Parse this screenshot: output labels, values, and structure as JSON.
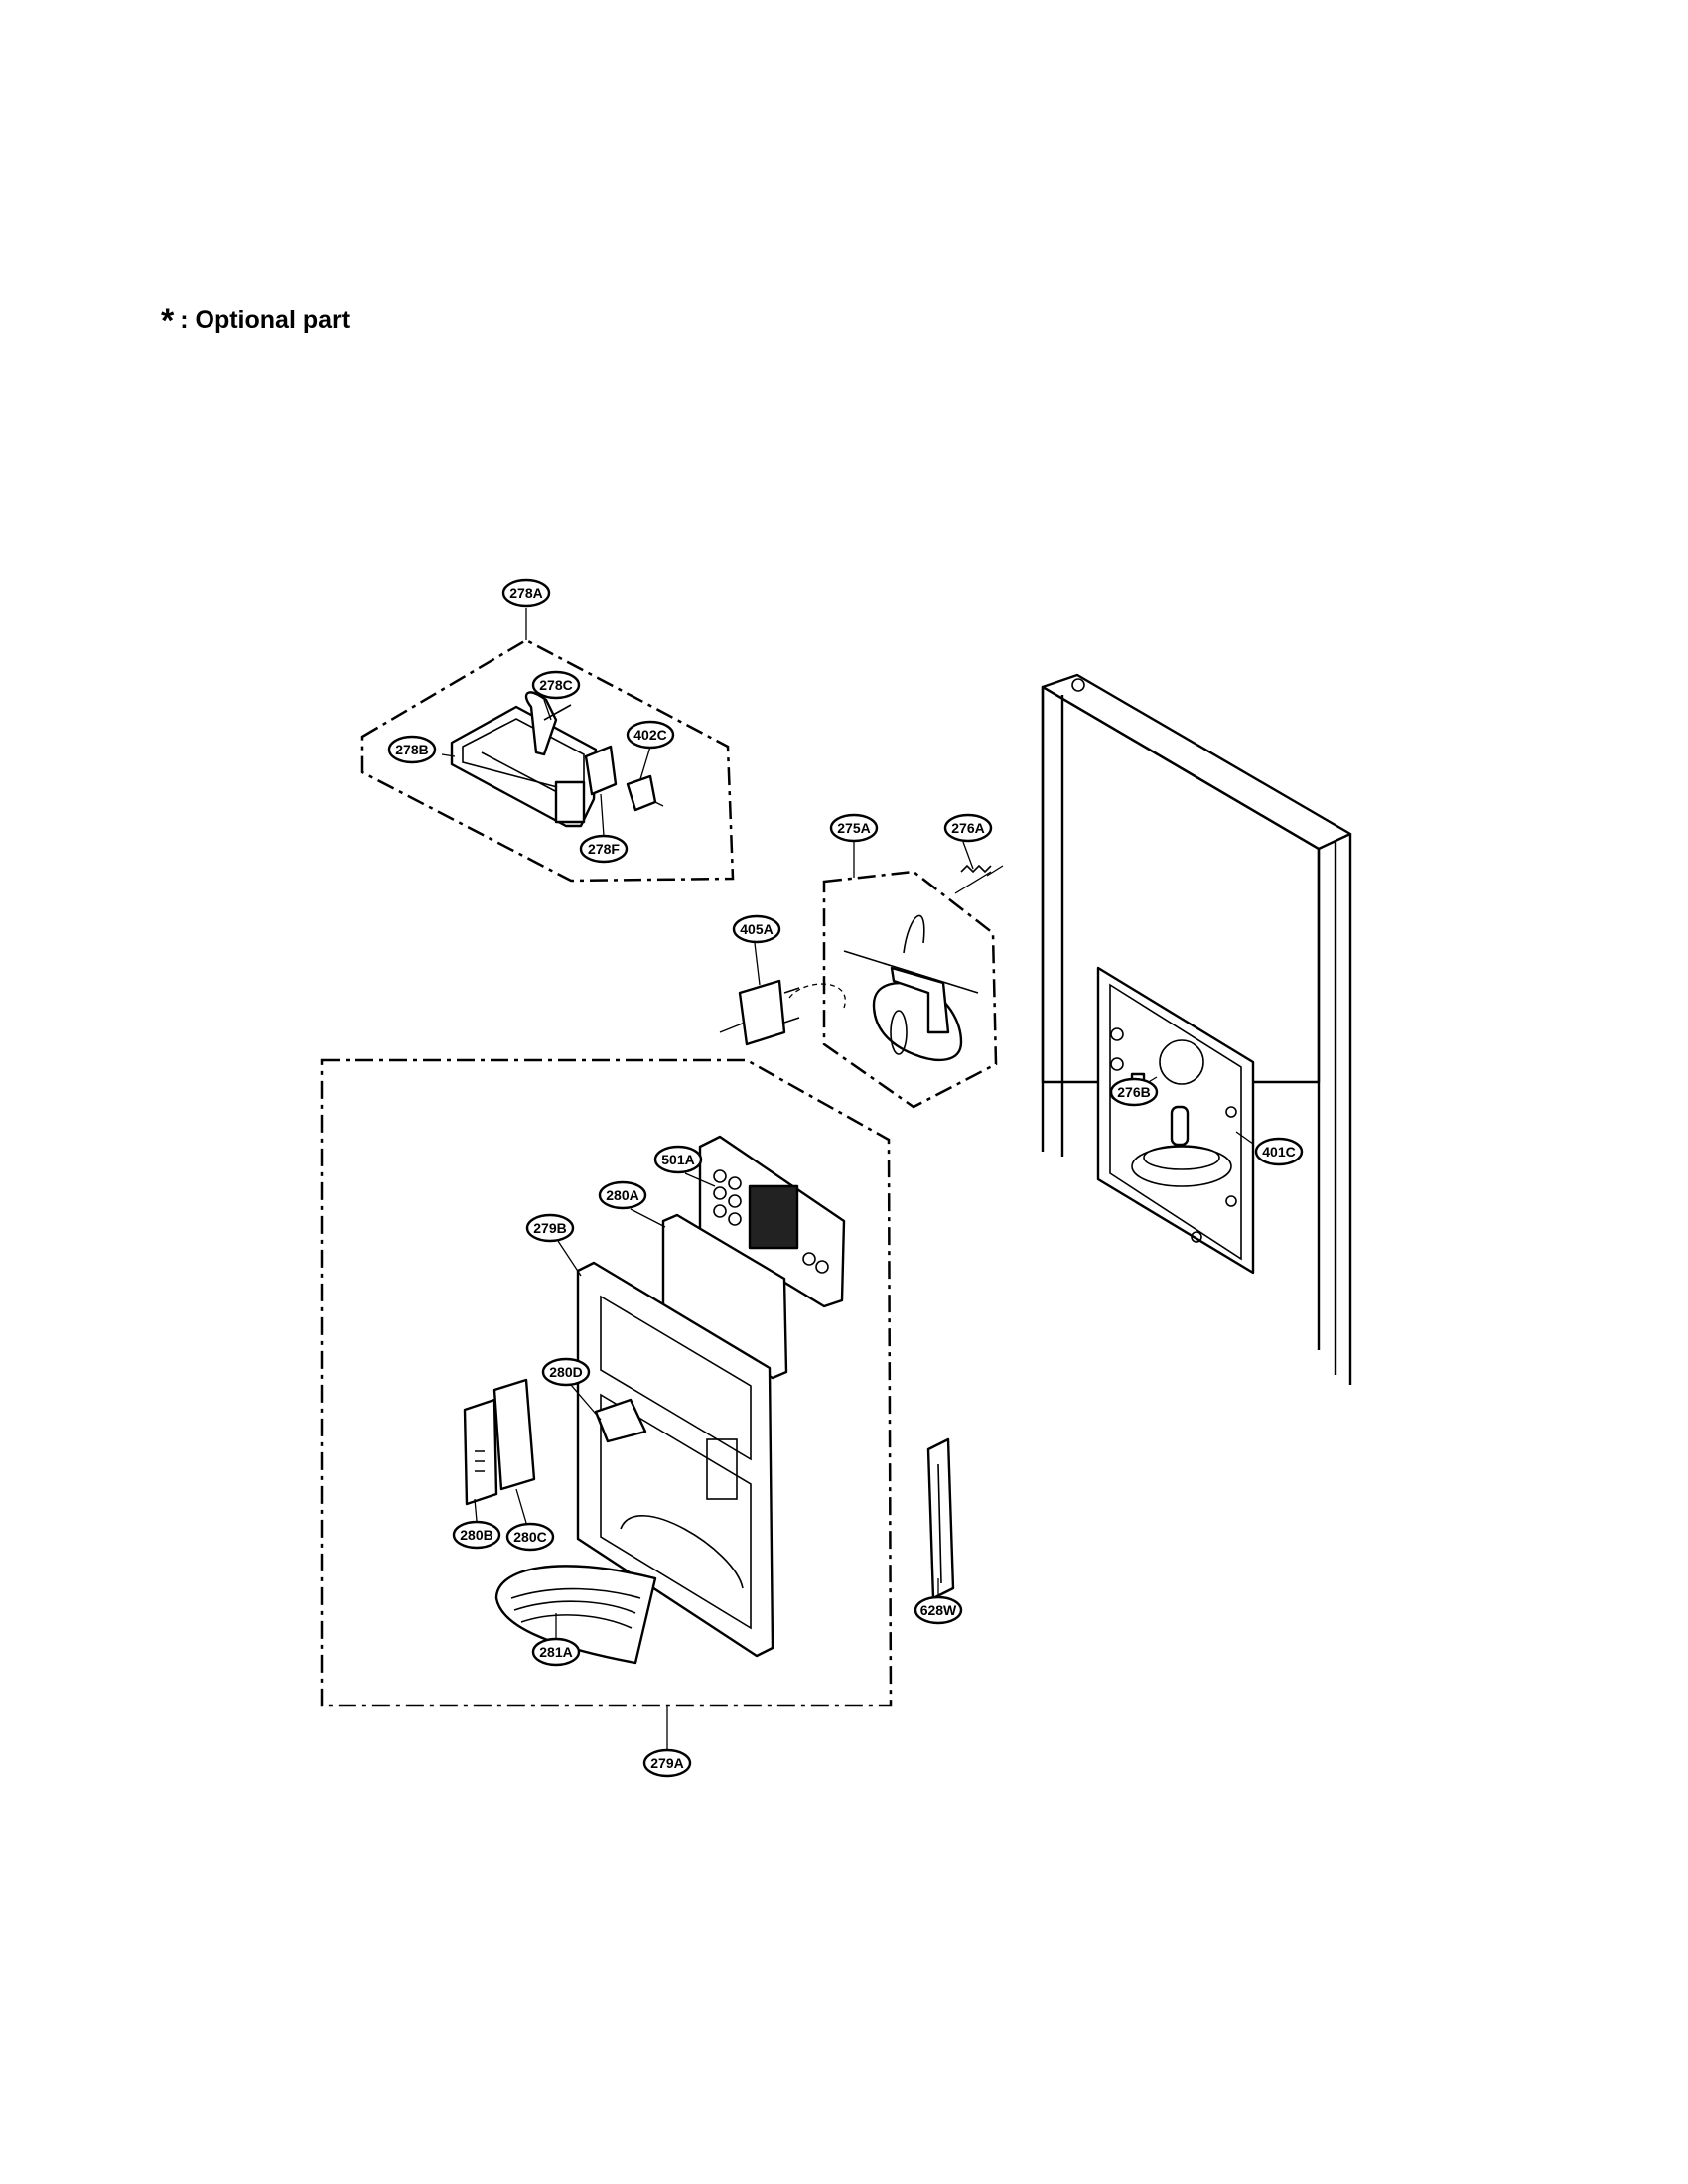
{
  "legend": {
    "symbol": "*",
    "text": ": Optional part"
  },
  "callouts": {
    "c278A": "278A",
    "c278C": "278C",
    "c278B": "278B",
    "c402C": "402C",
    "c278F": "278F",
    "c275A": "275A",
    "c276A": "276A",
    "c405A": "405A",
    "c501A": "501A",
    "c280A": "280A",
    "c279B": "279B",
    "c280D": "280D",
    "c280B": "280B",
    "c280C": "280C",
    "c281A": "281A",
    "c279A": "279A",
    "c628W": "628W",
    "c276B": "276B",
    "c401C": "401C"
  }
}
